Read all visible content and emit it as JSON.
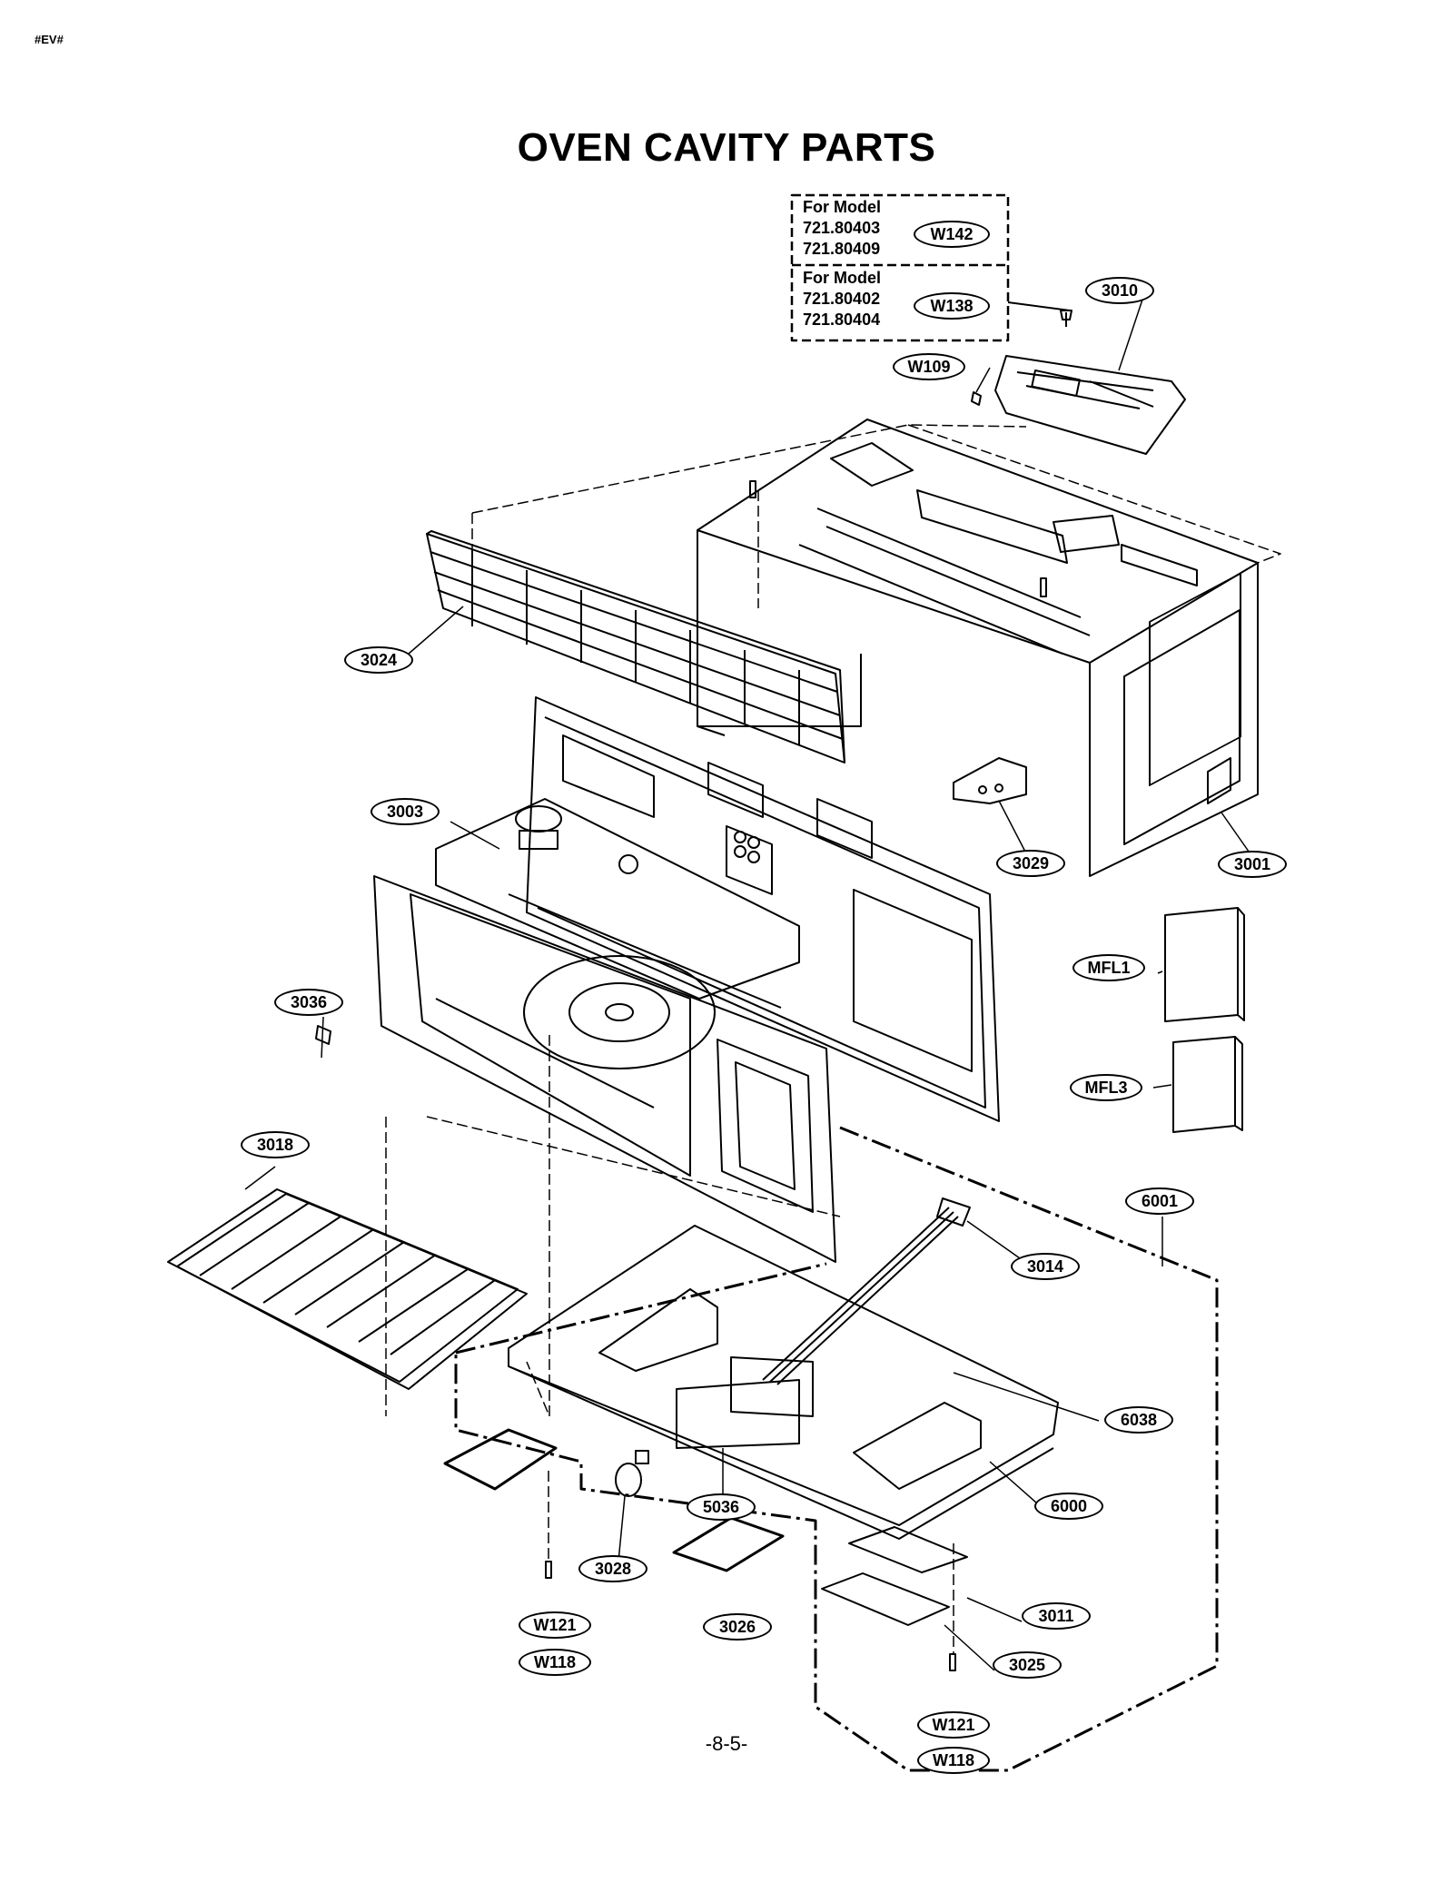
{
  "header_code": "#EV#",
  "title": "OVEN CAVITY PARTS",
  "page_number": "-8-5-",
  "model_boxes": [
    {
      "heading": "For Model",
      "models": [
        "721.80403",
        "721.80409"
      ],
      "part": "W142"
    },
    {
      "heading": "For Model",
      "models": [
        "721.80402",
        "721.80404"
      ],
      "part": "W138"
    }
  ],
  "callouts": {
    "c3010": "3010",
    "cW109": "W109",
    "c3024": "3024",
    "c3003": "3003",
    "c3029": "3029",
    "c3001": "3001",
    "cMFL1": "MFL1",
    "cMFL3": "MFL3",
    "c3036": "3036",
    "c3018": "3018",
    "c6001": "6001",
    "c3014": "3014",
    "c6038": "6038",
    "c5036": "5036",
    "c6000": "6000",
    "c3028": "3028",
    "c3011": "3011",
    "c3026": "3026",
    "c3025": "3025",
    "cW121a": "W121",
    "cW118a": "W118",
    "cW121b": "W121",
    "cW118b": "W118"
  }
}
